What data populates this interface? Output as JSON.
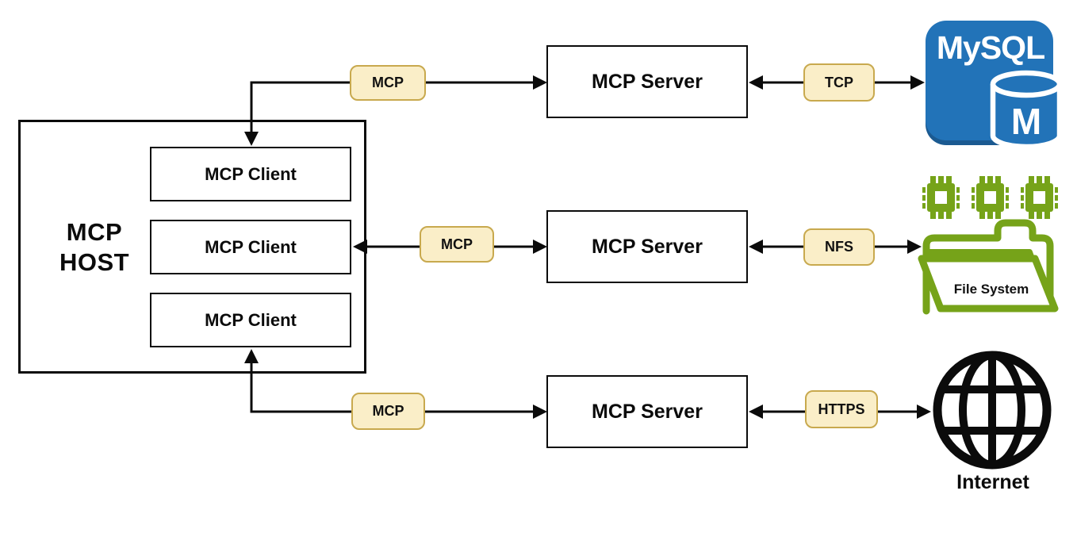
{
  "host": {
    "line1": "MCP",
    "line2": "HOST",
    "clients": [
      {
        "label": "MCP Client"
      },
      {
        "label": "MCP Client"
      },
      {
        "label": "MCP Client"
      }
    ]
  },
  "servers": [
    {
      "label": "MCP Server"
    },
    {
      "label": "MCP Server"
    },
    {
      "label": "MCP Server"
    }
  ],
  "protocol_badges": {
    "mcp_top": "MCP",
    "mcp_middle": "MCP",
    "mcp_bottom": "MCP",
    "tcp": "TCP",
    "nfs": "NFS",
    "https": "HTTPS"
  },
  "resources": {
    "mysql": {
      "brand": "MySQL",
      "db_letter": "M"
    },
    "file_system": {
      "label": "File System"
    },
    "internet": {
      "label": "Internet"
    }
  },
  "colors": {
    "line": "#0b0b0b",
    "badge_fill": "#FAEEC8",
    "badge_border": "#C8A94E",
    "mysql_blue": "#2273B8",
    "mysql_shadow": "#1B5A91",
    "filesystem_green": "#76A319"
  }
}
